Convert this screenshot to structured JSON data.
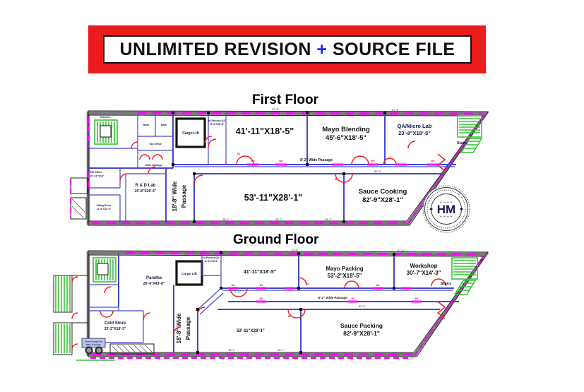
{
  "banner": {
    "text_main": "UNLIMITED REVISION ",
    "plus": "+",
    "text_tail": " SOURCE FILE",
    "bg": "#ec1b1e",
    "plus_color": "#2424ff"
  },
  "first_floor": {
    "title": "First Floor",
    "rooms": {
      "kitchen": "Kitchen",
      "bath_1": "Bath",
      "bath_2": "Bath",
      "top_office": "Top Office",
      "men_change": "Men Change",
      "cargo_lift": "Cargo Lift",
      "in_process_qa_name": "In-Process QA",
      "in_process_qa_dims": "12'-6\"X18'-5\"",
      "room_41": "41'-11\"X18'-5\"",
      "mayo_blending_name": "Mayo Blending",
      "mayo_blending_dims": "45'-6\"X18'-5\"",
      "qa_micro_lab_name": "QA/Micro Lab",
      "qa_micro_lab_dims": "23'-8\"X18'-5\"",
      "stairs": "Stairs",
      "pm_office_name": "PM Office",
      "pm_office_dims": "12'-11\"X13'",
      "rd_lab_name": "R & D Lab",
      "rd_lab_dims": "20'-8\"X26'-6\"",
      "sitting_room_name": "Sitting Room",
      "sitting_room_dims": "14'-6\"X10'-6\"",
      "passage_v_1": "18'-8\" Wide",
      "passage_v_2": "Passage",
      "passage_h": "8'-2\" Wide Passage",
      "room_53": "53'-11\"X28'-1\"",
      "sauce_cooking_name": "Sauce Cooking",
      "sauce_cooking_dims": "82'-9\"X28'-1\""
    },
    "dims": [
      "27'-4\"",
      "27'-4\"",
      "82'-0\"",
      "25'-7\"",
      "25'-7\"",
      "25'-7\""
    ],
    "markers": [
      "W2",
      "W2",
      "W2",
      "W2",
      "D1",
      "D2"
    ]
  },
  "ground_floor": {
    "title": "Ground Floor",
    "rooms": {
      "paratha_name": "Paratha",
      "paratha_dims": "29'-4\"X43'-8\"",
      "cargo_lift": "Cargo Lift",
      "in_process_qa_name": "In-Process QA",
      "in_process_qa_dims": "12'-6\"X18'-5\"",
      "room_41": "41'-11\"X18'-5\"",
      "mayo_packing_name": "Mayo Packing",
      "mayo_packing_dims": "53'-2\"X18'-5\"",
      "workshop_name": "Workshop",
      "workshop_dims": "30'-7\"X14'-3\"",
      "stairs": "Stairs",
      "cold_store_name": "Cold Store",
      "cold_store_dims": "23'-2\"X16'-3\"",
      "shoe_change_1": "Shoe Change For",
      "shoe_change_2": "Male & Female",
      "passage_v_1": "18'-8\" Wide",
      "passage_v_2": "Passage",
      "passage_h": "8'-2\" Wide Passage",
      "room_53": "53'-11\"X28'-1\"",
      "sauce_packing_name": "Sauce Packing",
      "sauce_packing_dims": "82'-9\"X28'-1\""
    },
    "dims": [
      "27'-4\"",
      "27'-4\"",
      "82'-9\"",
      "25'-7\"",
      "25'-7\"",
      "12'-11\""
    ],
    "markers": [
      "W1",
      "W1",
      "W1",
      "W2",
      "W2",
      "W2",
      "D1",
      "D2"
    ]
  },
  "stamp": {
    "initials": "HM"
  }
}
